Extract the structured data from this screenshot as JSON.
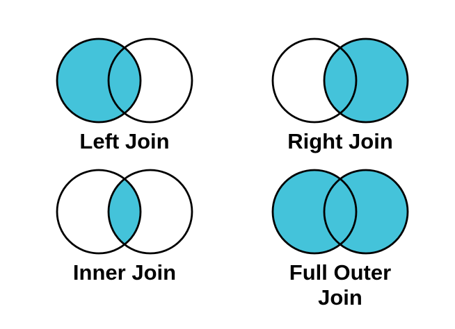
{
  "page": {
    "background": "#ffffff",
    "description": "SQL join types illustrated as Venn diagrams"
  },
  "colors": {
    "accent": "#44C3DA",
    "empty_fill": "#ffffff",
    "stroke": "#000000",
    "label_text": "#000000"
  },
  "diagrams": [
    {
      "id": "left-join",
      "label": "Left Join",
      "left_filled": true,
      "intersection_filled": true,
      "right_filled": false
    },
    {
      "id": "right-join",
      "label": "Right Join",
      "left_filled": false,
      "intersection_filled": true,
      "right_filled": true
    },
    {
      "id": "inner-join",
      "label": "Inner Join",
      "left_filled": false,
      "intersection_filled": true,
      "right_filled": false
    },
    {
      "id": "full-outer-join",
      "label": "Full Outer Join",
      "left_filled": true,
      "intersection_filled": true,
      "right_filled": true
    }
  ]
}
